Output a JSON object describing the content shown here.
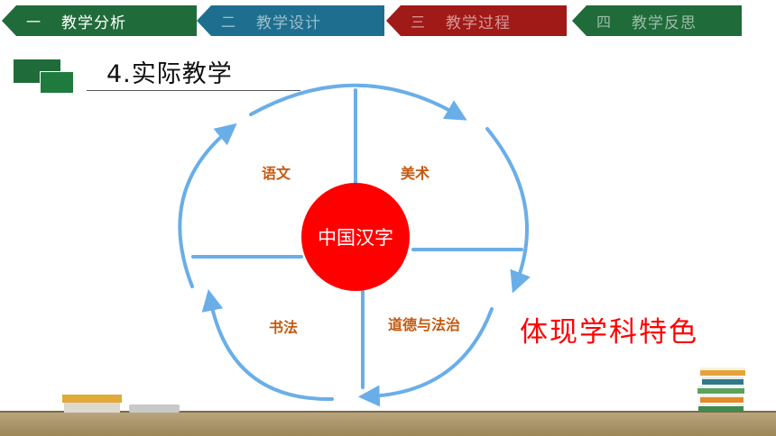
{
  "tabs": [
    {
      "num": "一",
      "label": "教学分析",
      "color": "#1f6b3a",
      "dim": false
    },
    {
      "num": "二",
      "label": "教学设计",
      "color": "#1e6f8f",
      "dim": true
    },
    {
      "num": "三",
      "label": "教学过程",
      "color": "#a01a17",
      "dim": true
    },
    {
      "num": "四",
      "label": "教学反思",
      "color": "#1f6b3a",
      "dim": true
    }
  ],
  "page_title": "4.实际教学",
  "diagram": {
    "center": "中国汉字",
    "segments": {
      "top_left": "语文",
      "top_right": "美术",
      "bottom_left": "书法",
      "bottom_right": "道德与法治"
    }
  },
  "feature_text": "体现学科特色",
  "colors": {
    "accent_green": "#1f6b3a",
    "arrow_blue": "#6aaee8",
    "center_red": "#ff0000",
    "segment_orange": "#c55a11"
  }
}
